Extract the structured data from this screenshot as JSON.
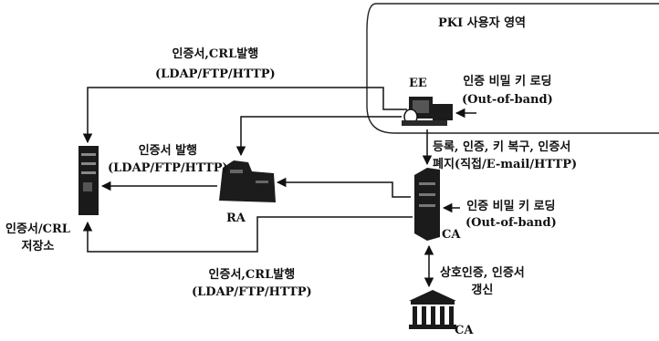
{
  "region_title": "PKI 사용자 영역",
  "nodes": {
    "ee": "EE",
    "ra": "RA",
    "ca": "CA",
    "ca_cross": "CA",
    "repository": "인증서/CRL\n저장소"
  },
  "labels": {
    "top_cert_crl": "인증서,CRL발행\n(LDAP/FTP/HTTP)",
    "ee_key_loading": "인증 비밀 키 로딩\n(Out-of-band)",
    "ra_cert_issue": "인증서 발행\n(LDAP/FTP/HTTP)",
    "ee_ca_operations": "등록, 인증, 키 복구, 인증서\n폐지(직접/E-mail/HTTP)",
    "ca_key_loading": "인증 비밀 키 로딩\n(Out-of-band)",
    "bottom_cert_crl": "인증서,CRL발행\n(LDAP/FTP/HTTP)",
    "cross_cert": "상호인증, 인증서\n갱신"
  }
}
